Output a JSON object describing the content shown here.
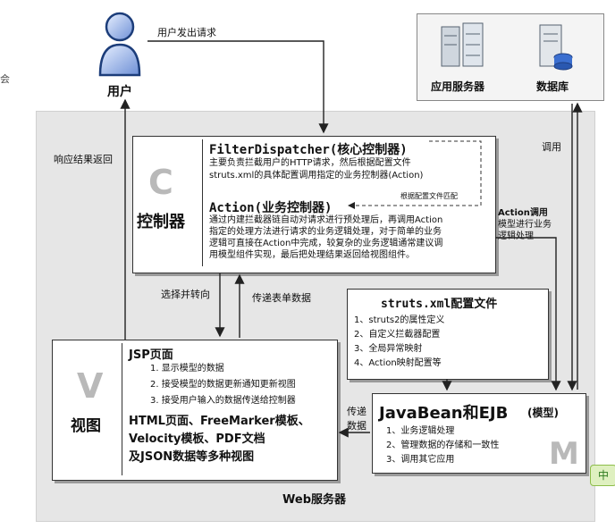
{
  "user": {
    "label": "用户",
    "request": "用户发出请求",
    "response": "响应结果返回"
  },
  "servers": {
    "app": "应用服务器",
    "db": "数据库",
    "call": "调用"
  },
  "controller": {
    "letter": "C",
    "name": "控制器",
    "filter_title": "FilterDispatcher(核心控制器)",
    "filter_desc": [
      "主要负责拦截用户的HTTP请求，然后根据配置文件",
      "struts.xml的具体配置调用指定的业务控制器(Action)"
    ],
    "match_note": "根据配置文件匹配",
    "action_title": "Action(业务控制器)",
    "action_desc": [
      "通过内建拦截器链自动对请求进行预处理后，再调用Action",
      "指定的处理方法进行请求的业务逻辑处理，对于简单的业务",
      "逻辑可直接在Action中完成，较复杂的业务逻辑通常建议调",
      "用模型组件实现，最后把处理结果返回给视图组件。"
    ]
  },
  "action_call": [
    "Action调用",
    "模型进行业务",
    "逻辑处理"
  ],
  "select_forward": "选择并转向",
  "pass_form": "传递表单数据",
  "struts": {
    "title": "struts.xml配置文件",
    "items": [
      "1、struts2的属性定义",
      "2、自定义拦截器配置",
      "3、全局异常映射",
      "4、Action映射配置等"
    ]
  },
  "view": {
    "letter": "V",
    "name": "视图",
    "jsp_title": "JSP页面",
    "jsp_items": [
      "1. 显示模型的数据",
      "2. 接受模型的数据更新通知更新视图",
      "3. 接受用户输入的数据传送给控制器"
    ],
    "other": [
      "HTML页面、FreeMarker模板、",
      "Velocity模板、PDF文档",
      "及JSON数据等多种视图"
    ]
  },
  "pass_data": [
    "传递",
    "数据"
  ],
  "model": {
    "letter": "M",
    "title_main": "JavaBean和EJB",
    "title_sub": "(模型)",
    "items": [
      "1、业务逻辑处理",
      "2、管理数据的存储和一致性",
      "3、调用其它应用"
    ]
  },
  "web_server": "Web服务器",
  "edge_left": "会",
  "edge_right": "中"
}
